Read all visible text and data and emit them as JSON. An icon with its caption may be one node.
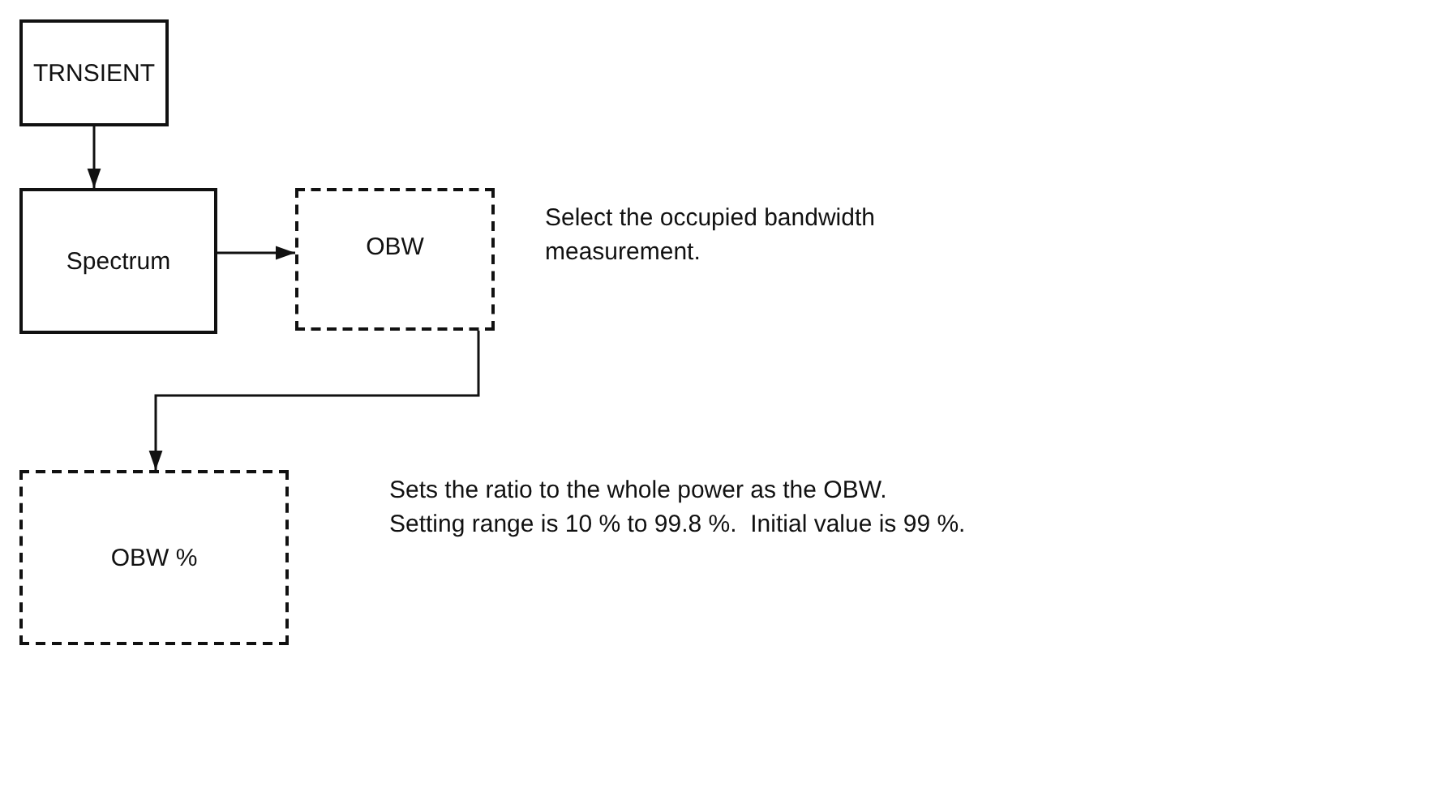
{
  "diagram": {
    "nodes": [
      {
        "text": [
          "TRNSIENT"
        ]
      },
      {
        "text": [
          "Spectrum"
        ]
      },
      {
        "text": [
          "OBW"
        ],
        "beside": [
          "Select the occupied bandwidth measurement."
        ]
      },
      {
        "text": [
          "OBW %"
        ],
        "beside": [
          "Sets the ratio to the whole power as the OBW.",
          "Setting range is 10 % to 99.8 %.  Initial value is 99 %."
        ]
      }
    ],
    "edges": [
      {
        "from": 0,
        "to": 1,
        "arrow": "to"
      },
      {
        "from": 1,
        "to": 2,
        "arrow": "to"
      },
      {
        "from": 2,
        "to": 3,
        "arrow": "to"
      }
    ]
  }
}
